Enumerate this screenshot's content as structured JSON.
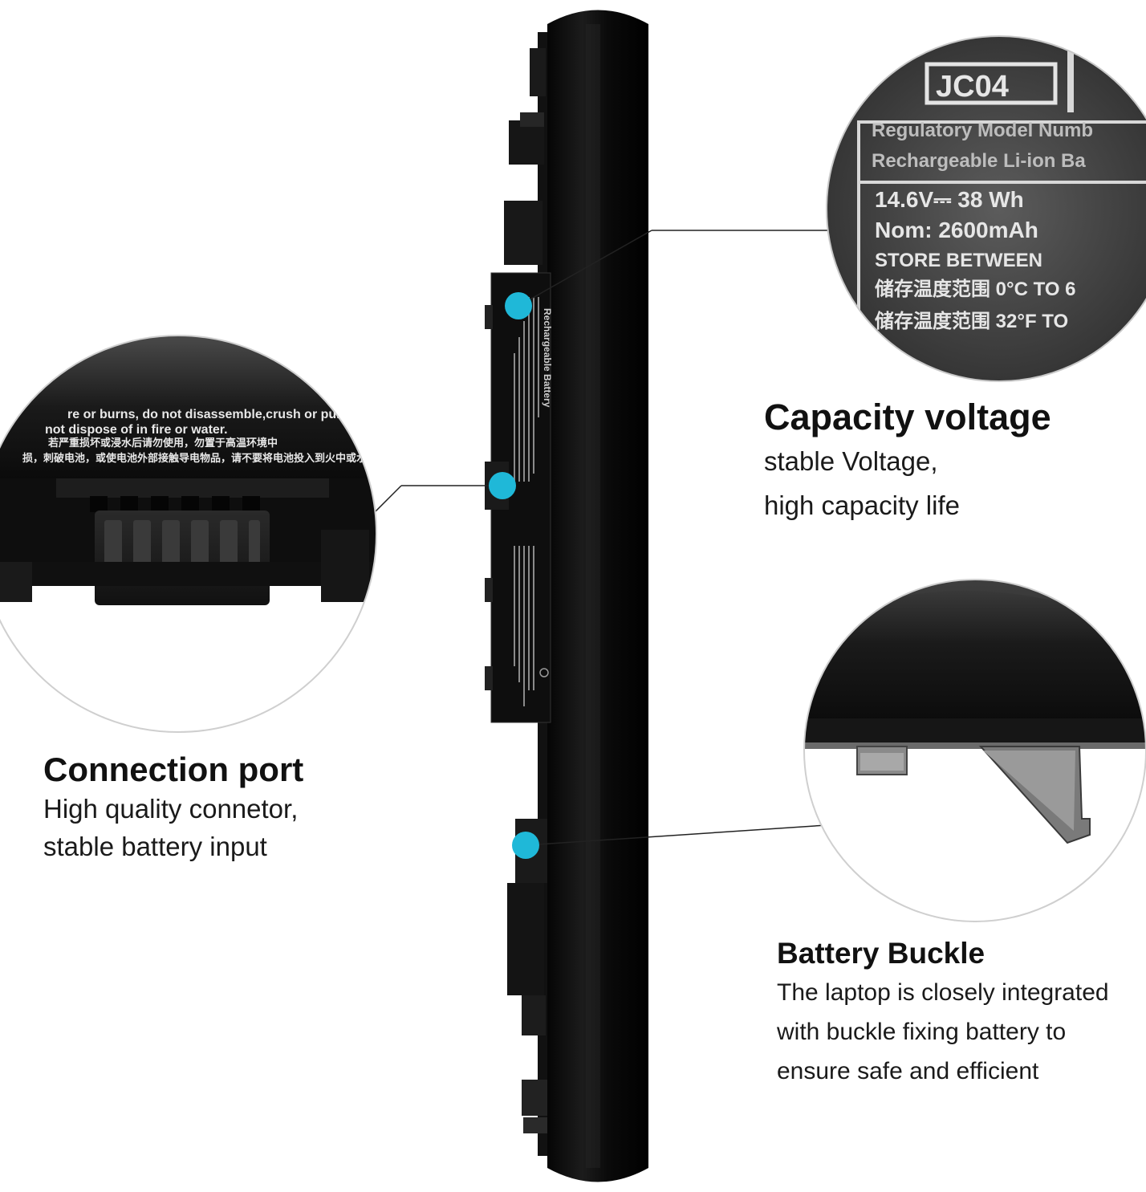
{
  "colors": {
    "accent_dot": "#1fb8d8",
    "battery_body": "#0d0d0d",
    "background": "#ffffff"
  },
  "battery_label": {
    "title": "Rechargeable Battery"
  },
  "zoom_top": {
    "model": "JC04",
    "line1": "Regulatory Model Numb",
    "line2": "Rechargeable Li-ion Ba",
    "line3": "14.6V⎓ 38 Wh",
    "line4": "Nom: 2600mAh",
    "line5": "STORE BETWEEN",
    "line6": "储存温度范围 0°C TO 6",
    "line7": "储存温度范围 32°F TO"
  },
  "zoom_connector": {
    "line1": "re or burns, do not disassemble,crush or punc",
    "line2": "not dispose of in fire or water.",
    "line3": "若严重损坏或浸水后请勿使用，勿置于高温环境中",
    "line4": "损，刺破电池，或使电池外部接触导电物品，请不要将电池投入到火中或水中"
  },
  "features": {
    "capacity": {
      "title": "Capacity voltage",
      "line1": "stable Voltage,",
      "line2": "high capacity life"
    },
    "connection": {
      "title": "Connection port",
      "line1": "High quality connetor,",
      "line2": "stable battery input"
    },
    "buckle": {
      "title": "Battery Buckle",
      "line1": "The laptop is closely integrated",
      "line2": "with buckle fixing battery to",
      "line3": "ensure safe and efficient"
    }
  }
}
